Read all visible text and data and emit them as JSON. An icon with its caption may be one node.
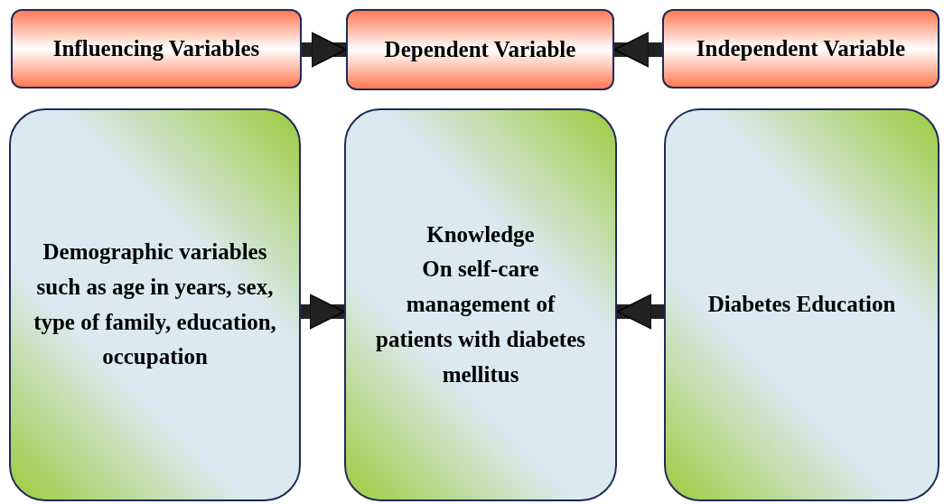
{
  "diagram": {
    "nodes": [
      {
        "text": [
          "Influencing Variables"
        ]
      },
      {
        "text": [
          "Dependent Variable"
        ]
      },
      {
        "text": [
          "Independent Variable"
        ]
      },
      {
        "text": [
          "Demographic variables such as age in years, sex, type of family, education, occupation"
        ]
      },
      {
        "text": [
          "Knowledge",
          "On self-care management of patients with diabetes mellitus"
        ]
      },
      {
        "text": [
          "Diabetes Education"
        ]
      }
    ],
    "edges": [
      {
        "from": 0,
        "to": 1,
        "arrow": "to"
      },
      {
        "from": 2,
        "to": 1,
        "arrow": "to"
      },
      {
        "from": 3,
        "to": 4,
        "arrow": "to"
      },
      {
        "from": 5,
        "to": 4,
        "arrow": "to"
      }
    ]
  }
}
